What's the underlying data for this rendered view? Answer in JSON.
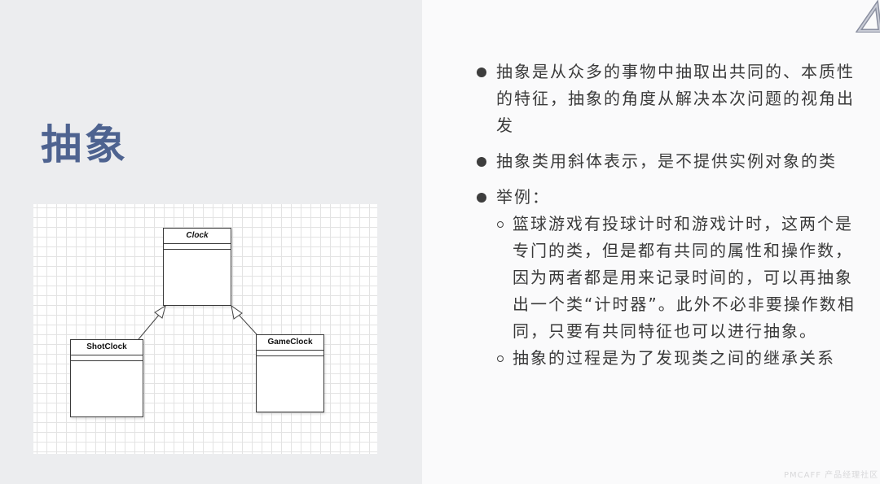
{
  "slide": {
    "title": "抽象",
    "colors": {
      "title": "#4e6390",
      "left_bg": "#ecedef",
      "right_bg": "#fafafb",
      "text": "#3a3a3a"
    }
  },
  "diagram": {
    "type": "uml-class-diagram",
    "classes": [
      {
        "name": "Clock",
        "italic": true,
        "abstract": true
      },
      {
        "name": "ShotClock",
        "italic": false
      },
      {
        "name": "GameClock",
        "italic": false
      }
    ],
    "relations": [
      {
        "from": "ShotClock",
        "to": "Clock",
        "type": "inheritance"
      },
      {
        "from": "GameClock",
        "to": "Clock",
        "type": "inheritance"
      }
    ]
  },
  "bullets": [
    {
      "text": "抽象是从众多的事物中抽取出共同的、本质性的特征，抽象的角度从解决本次问题的视角出发"
    },
    {
      "text": "抽象类用斜体表示，是不提供实例对象的类"
    },
    {
      "text": "举例：",
      "children": [
        {
          "text": "篮球游戏有投球计时和游戏计时，这两个是专门的类，但是都有共同的属性和操作数，因为两者都是用来记录时间的，可以再抽象出一个类“计时器”。此外不必非要操作数相同，只要有共同特征也可以进行抽象。"
        },
        {
          "text": "抽象的过程是为了发现类之间的继承关系"
        }
      ]
    }
  ],
  "logo": {
    "icon": "triangle-logo-icon"
  },
  "watermark": {
    "text": "PMCAFF 产品经理社区"
  }
}
